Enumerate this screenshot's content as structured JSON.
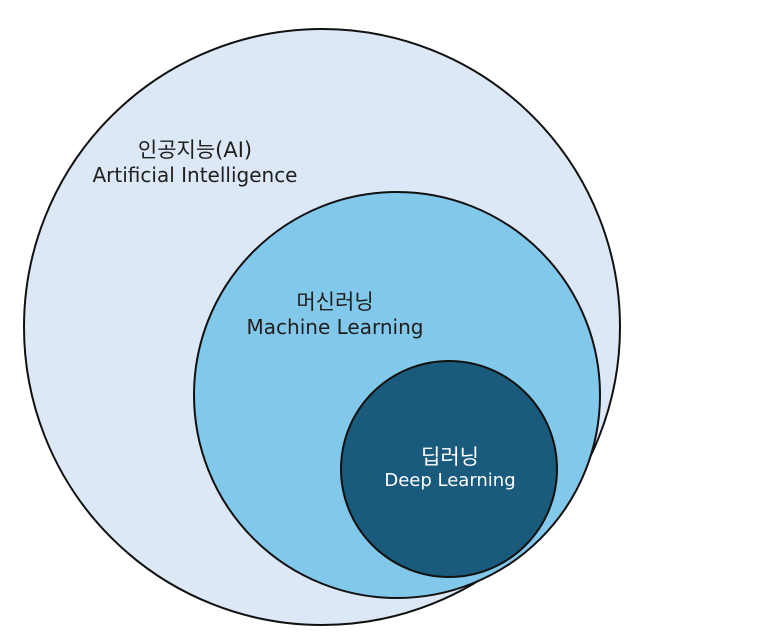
{
  "colors": {
    "outer_fill": "#dde8f6",
    "middle_fill": "#82c8ea",
    "inner_fill": "#195a7d",
    "stroke": "#111111"
  },
  "circles": {
    "ai": {
      "title_ko": "인공지능(AI)",
      "title_en": "Artificial Intelligence"
    },
    "ml": {
      "title_ko": "머신러닝",
      "title_en": "Machine Learning"
    },
    "dl": {
      "title_ko": "딥러닝",
      "title_en": "Deep Learning"
    }
  }
}
